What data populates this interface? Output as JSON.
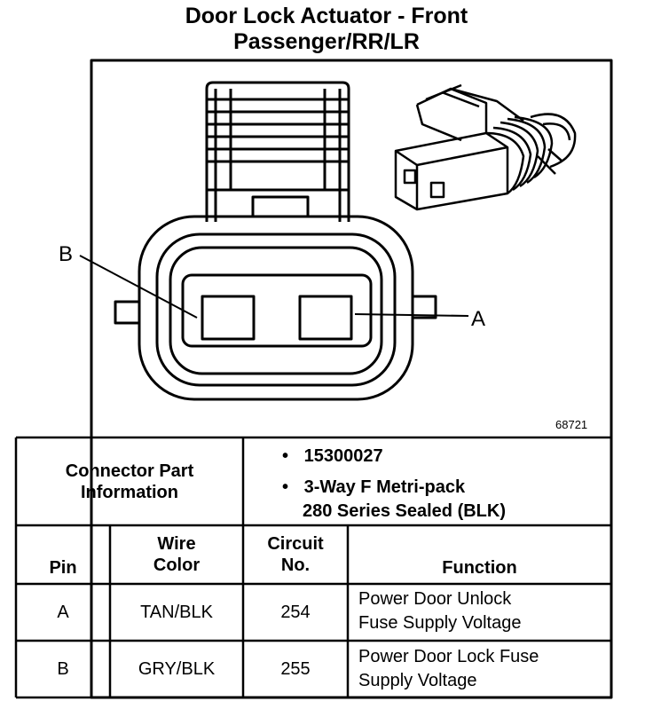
{
  "title": {
    "line1": "Door Lock Actuator - Front",
    "line2": "Passenger/RR/LR"
  },
  "diagram": {
    "label_b": "B",
    "label_a": "A",
    "figure_number": "68721"
  },
  "connector_info": {
    "label": "Connector Part Information",
    "part_number": "15300027",
    "description_line1": "3-Way F Metri-pack",
    "description_line2": "280 Series Sealed (BLK)",
    "bullet": "•"
  },
  "table": {
    "headers": {
      "pin": "Pin",
      "wire_color": "Wire Color",
      "circuit_no": "Circuit No.",
      "function": "Function"
    },
    "rows": [
      {
        "pin": "A",
        "wire_color": "TAN/BLK",
        "circuit": "254",
        "function_line1": "Power Door Unlock",
        "function_line2": "Fuse Supply Voltage"
      },
      {
        "pin": "B",
        "wire_color": "GRY/BLK",
        "circuit": "255",
        "function_line1": "Power Door Lock Fuse",
        "function_line2": "Supply Voltage"
      }
    ]
  }
}
